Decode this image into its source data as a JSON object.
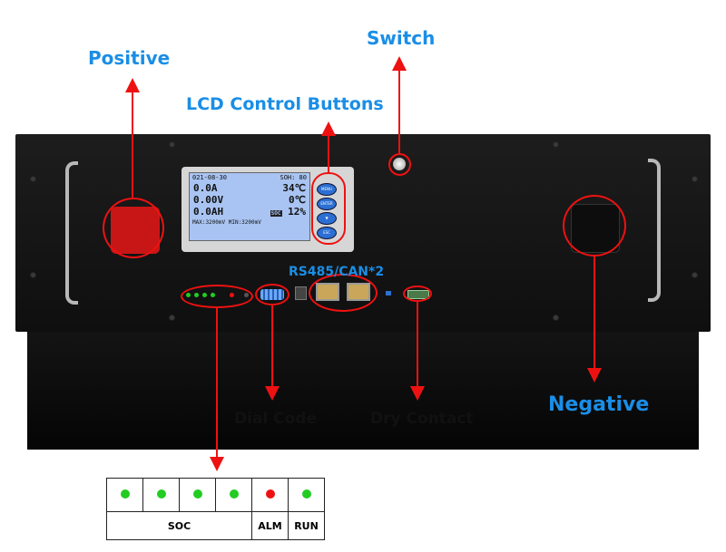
{
  "callouts": {
    "positive": "Positive",
    "switch": "Switch",
    "lcd_buttons": "LCD Control Buttons",
    "rs485": "RS485/CAN*2",
    "dial_code": "Dial Code",
    "dry_contact": "Dry Contact",
    "negative": "Negative"
  },
  "lcd": {
    "date": "021-08-30",
    "soh": "SOH: 80",
    "current": "0.0A",
    "temp1": "34℃",
    "voltage": "0.00V",
    "temp2": "0℃",
    "capacity": "0.0AH",
    "soc_tag": "SOC",
    "soc": "12%",
    "footer": "MAX:3200mV MIN:3200mV"
  },
  "buttons": [
    "MENU",
    "ENTER",
    "▼",
    "ESC"
  ],
  "legend": {
    "leds": [
      "#22cc22",
      "#22cc22",
      "#22cc22",
      "#22cc22",
      "#ee1111",
      "#22cc22"
    ],
    "soc": "SOC",
    "alm": "ALM",
    "run": "RUN"
  },
  "colors": {
    "callout": "#1a8ee6",
    "accent": "#e11111"
  }
}
